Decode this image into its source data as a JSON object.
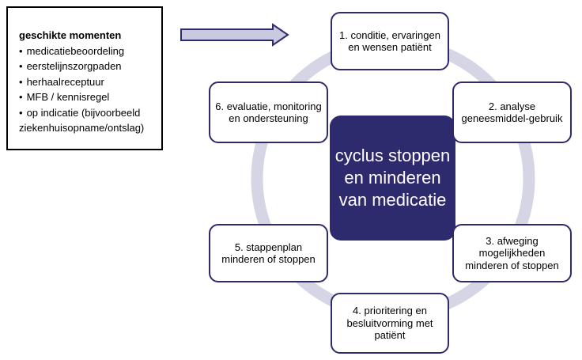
{
  "legend": {
    "title": "geschikte momenten",
    "lines": [
      {
        "text": "medicatiebeoordeling",
        "bullet": true
      },
      {
        "text": "eerstelijnszorgpaden",
        "bullet": true
      },
      {
        "text": "herhaalreceptuur",
        "bullet": true
      },
      {
        "text": "MFB / kennisregel",
        "bullet": true
      },
      {
        "text": "op indicatie (bijvoorbeeld",
        "bullet": true
      },
      {
        "text": "ziekenhuisopname/ontslag)",
        "bullet": false
      }
    ]
  },
  "center": {
    "label": "cyclus stoppen en minderen van medicatie"
  },
  "steps": [
    {
      "id": "1",
      "label": "1. conditie, ervaringen en wensen patiënt"
    },
    {
      "id": "2",
      "label": "2. analyse geneesmiddel-gebruik"
    },
    {
      "id": "3",
      "label": "3. afweging mogelijkheden minderen of stoppen"
    },
    {
      "id": "4",
      "label": "4. prioritering en besluitvorming met patiënt"
    },
    {
      "id": "5",
      "label": "5. stappenplan minderen of stoppen"
    },
    {
      "id": "6",
      "label": "6. evaluatie, monitoring en ondersteuning"
    }
  ],
  "colors": {
    "dark_navy": "#2e2a6e",
    "ring": "#d6d5e6",
    "arrow_fill": "#c9cae0"
  }
}
